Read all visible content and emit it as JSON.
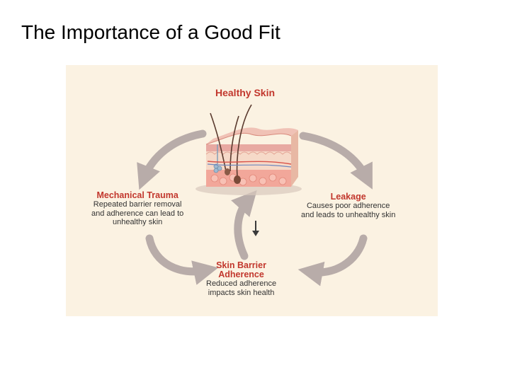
{
  "slide": {
    "title": "The Importance of a Good Fit"
  },
  "diagram": {
    "nodes": {
      "healthy_skin": {
        "title": "Healthy Skin"
      },
      "mechanical_trauma": {
        "title": "Mechanical Trauma",
        "description": [
          "Repeated barrier removal",
          "and adherence can lead to",
          "unhealthy skin"
        ]
      },
      "leakage": {
        "title": "Leakage",
        "description": [
          "Causes poor adherence",
          "and leads to unhealthy skin"
        ]
      },
      "skin_barrier_adherence": {
        "title": [
          "Skin Barrier",
          "Adherence"
        ],
        "description": [
          "Reduced adherence",
          "impacts skin health"
        ]
      }
    },
    "colors": {
      "background": "#fbf2e2",
      "heading": "#c2372d",
      "body_text": "#333333",
      "arrow": "#b8aca9",
      "skin_surface": "#e8a9a2",
      "dermis": "#f6d9c8",
      "subcutaneous": "#f2a79a"
    },
    "icons": [
      "skin-cross-section-illustration",
      "curved-arrow",
      "down-arrow-icon"
    ]
  }
}
